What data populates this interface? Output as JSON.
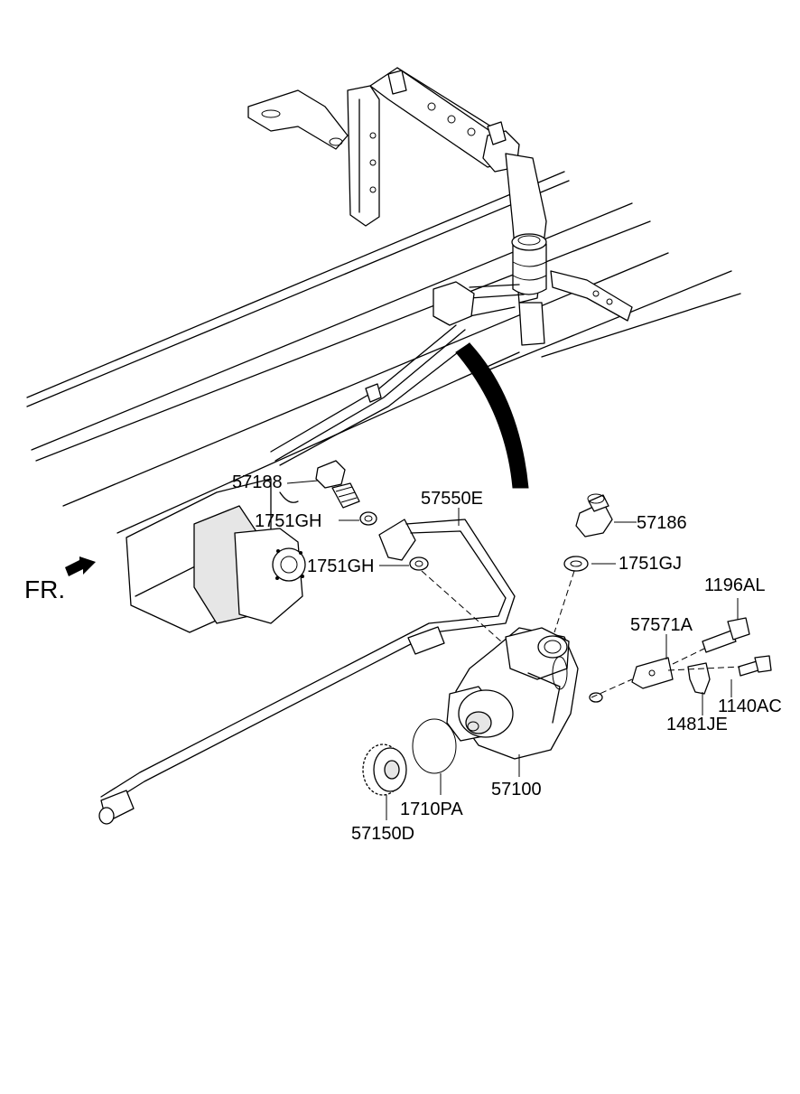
{
  "direction_label": "FR.",
  "parts": {
    "p57188": "57188",
    "p1751GH_a": "1751GH",
    "p1751GH_b": "1751GH",
    "p57550E": "57550E",
    "p57186": "57186",
    "p1751GJ": "1751GJ",
    "p1196AL": "1196AL",
    "p57571A": "57571A",
    "p1140AC": "1140AC",
    "p1481JE": "1481JE",
    "p57100": "57100",
    "p1710PA": "1710PA",
    "p57150D": "57150D"
  }
}
